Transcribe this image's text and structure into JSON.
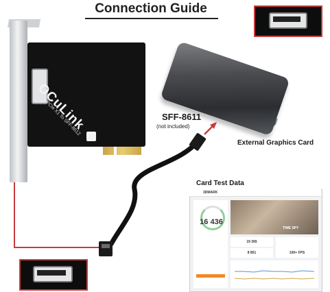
{
  "title": "Connection Guide",
  "card": {
    "brand": "OCuLink",
    "subtitle": "PCIe X1 To SFF-8612"
  },
  "connector": {
    "name": "SFF-8611",
    "note": "(not included)"
  },
  "egpu": {
    "label": "External Graphics Card"
  },
  "test": {
    "label": "Card Test Data",
    "app_name": "3DMARK",
    "score": "16 436",
    "graphics_score": "19 365",
    "cpu_score": "8 851",
    "fps": "100+ FPS",
    "benchmark": "TIME SPY"
  },
  "colors": {
    "accent": "#c73b3b",
    "gold": "#e0bf66",
    "card": "#121212"
  }
}
